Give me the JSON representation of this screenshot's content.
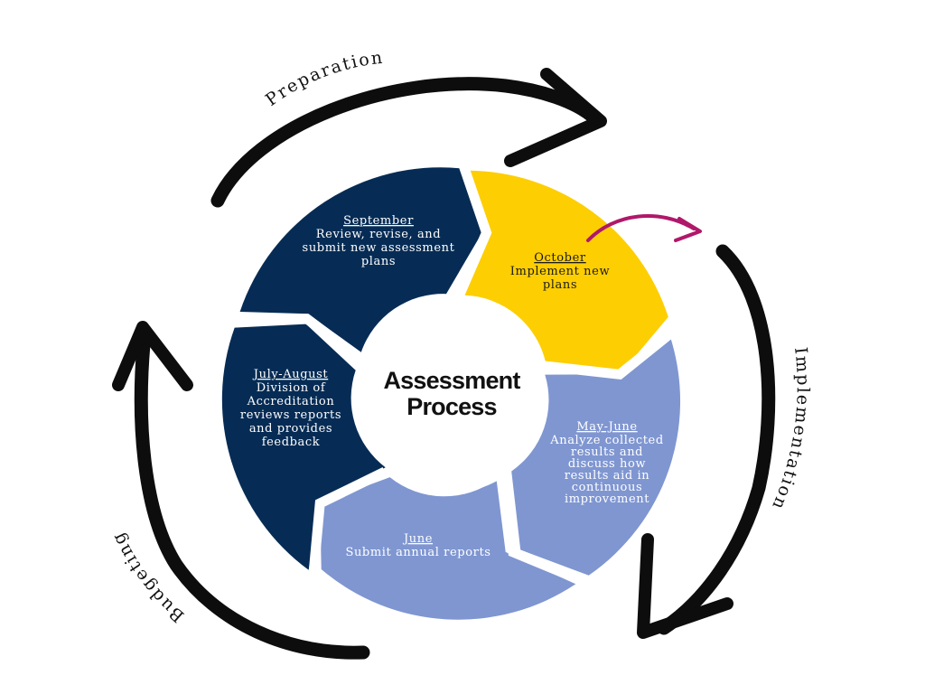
{
  "center": {
    "line1": "Assessment",
    "line2": "Process"
  },
  "phases": {
    "preparation": "Preparation",
    "implementation": "Implementation",
    "budgeting": "Budgeting"
  },
  "segments": {
    "september": {
      "title": "September",
      "lines": [
        "Review, revise, and",
        "submit new assessment",
        "plans"
      ]
    },
    "october": {
      "title": "October",
      "lines": [
        "Implement new",
        "plans"
      ]
    },
    "may_june": {
      "title": "May-June",
      "lines": [
        "Analyze collected",
        "results and",
        "discuss how",
        "results aid in",
        "continuous",
        "improvement"
      ]
    },
    "june": {
      "title": "June",
      "lines": [
        "Submit annual reports"
      ]
    },
    "july_august": {
      "title": "July-August",
      "lines": [
        "Division of",
        "Accreditation",
        "reviews reports",
        "and provides",
        "feedback"
      ]
    }
  },
  "colors": {
    "navy": "#062c55",
    "yellow": "#fdce02",
    "periwinkle": "#7f96d1",
    "magenta_arrow": "#b0186a",
    "arrow_black": "#0d0d0d"
  }
}
